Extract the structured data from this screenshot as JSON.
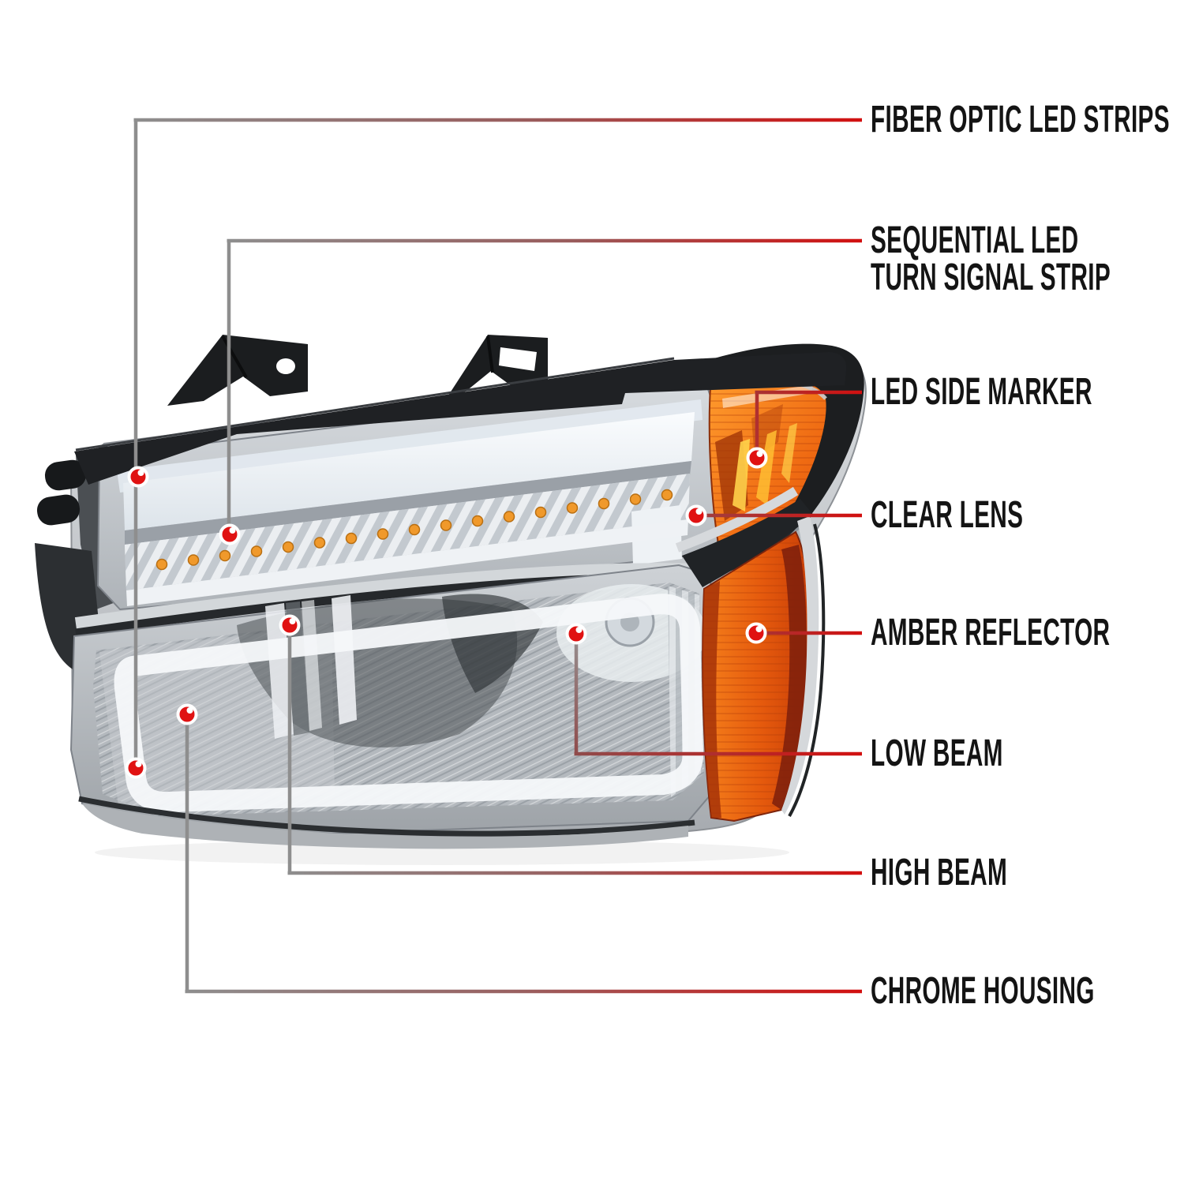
{
  "diagram": {
    "subject": "truck headlight assembly callout diagram",
    "callouts": [
      {
        "id": "fiber-optic-led-strips",
        "lines": [
          "FIBER OPTIC LED STRIPS"
        ]
      },
      {
        "id": "sequential-led-turn-signal-strip",
        "lines": [
          "SEQUENTIAL LED",
          "TURN SIGNAL STRIP"
        ]
      },
      {
        "id": "led-side-marker",
        "lines": [
          "LED SIDE MARKER"
        ]
      },
      {
        "id": "clear-lens",
        "lines": [
          "CLEAR LENS"
        ]
      },
      {
        "id": "amber-reflector",
        "lines": [
          "AMBER REFLECTOR"
        ]
      },
      {
        "id": "low-beam",
        "lines": [
          "LOW BEAM"
        ]
      },
      {
        "id": "high-beam",
        "lines": [
          "HIGH BEAM"
        ]
      },
      {
        "id": "chrome-housing",
        "lines": [
          "CHROME HOUSING"
        ]
      }
    ],
    "colors": {
      "label_text": "#141414",
      "leader_red": "#d21010",
      "leader_gray": "#8e8e8e",
      "dot_red": "#e01212",
      "amber": "#f07c1a",
      "chrome": "#c9ced2",
      "black_trim": "#1c1e20",
      "led_bar_white": "#f4f8fb"
    }
  }
}
